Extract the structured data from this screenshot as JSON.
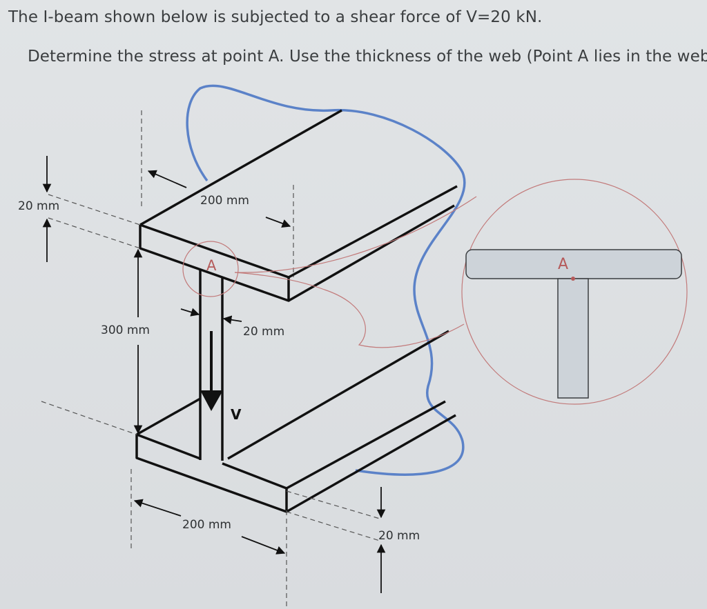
{
  "problem": {
    "statement": "The I-beam shown below is subjected to a shear force of V=20 kN.",
    "instruction": "Determine the stress at point A. Use the thickness of the web (Point A lies in the web)."
  },
  "diagram": {
    "flange_thickness_label": "20 mm",
    "top_flange_width_label": "200 mm",
    "height_label": "300 mm",
    "web_thickness_label": "20 mm",
    "bottom_flange_width_label": "200 mm",
    "bottom_flange_thickness_label": "20 mm",
    "shear_label": "V",
    "point_label": "A",
    "detail_point_label": "A"
  },
  "colors": {
    "beam_outline": "#111111",
    "cut_boundary": "#5b82c8",
    "detail_callout": "#c27a7a",
    "detail_fill": "#cdd3d9",
    "text": "#3a3d3f"
  }
}
